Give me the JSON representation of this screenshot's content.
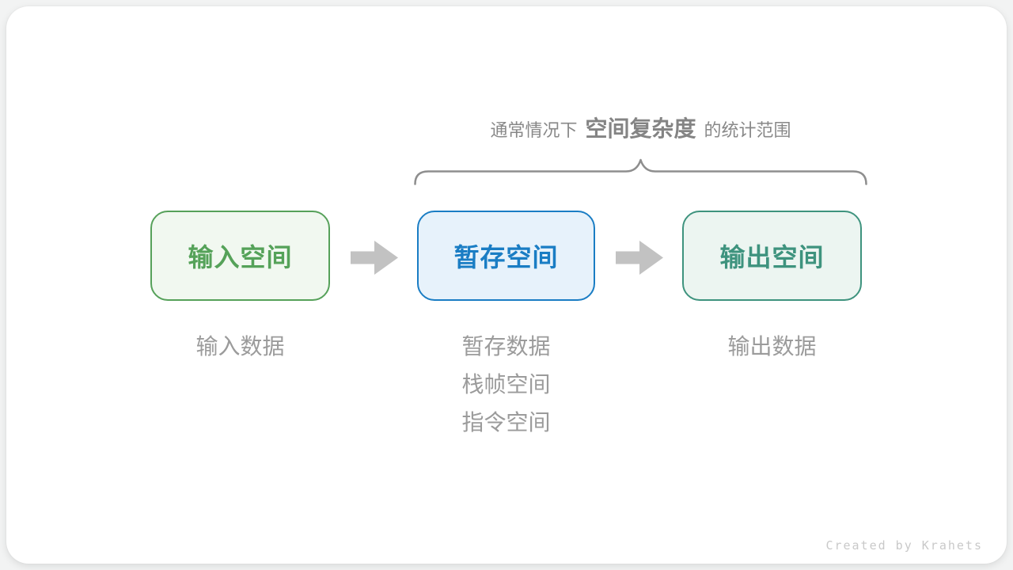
{
  "caption": {
    "prefix": "通常情况下",
    "highlight": "空间复杂度",
    "suffix": "的统计范围"
  },
  "boxes": [
    {
      "label": "输入空间",
      "border_color": "#56a15a",
      "fill_color": "#f1f8f0",
      "text_color": "#55a259"
    },
    {
      "label": "暂存空间",
      "border_color": "#1a7dc4",
      "fill_color": "#e7f2fb",
      "text_color": "#1a7dc4"
    },
    {
      "label": "输出空间",
      "border_color": "#3e937e",
      "fill_color": "#ecf5f1",
      "text_color": "#3e937e"
    }
  ],
  "sublabels": [
    {
      "items": [
        "输入数据"
      ]
    },
    {
      "items": [
        "暂存数据",
        "栈帧空间",
        "指令空间"
      ]
    },
    {
      "items": [
        "输出数据"
      ]
    }
  ],
  "icons": {
    "arrow": "right-block-arrow",
    "brace": "curly-brace-over-scope"
  },
  "colors": {
    "page_background": "#f2f3f3",
    "card_background": "#ffffff",
    "caption_text": "#888888",
    "brace_stroke": "#8e8e8e",
    "arrow_fill": "#c2c2c2",
    "sublabel_text": "#9b9b9b",
    "credit_text": "#c9c9c9"
  },
  "credit": "Created by Krahets"
}
